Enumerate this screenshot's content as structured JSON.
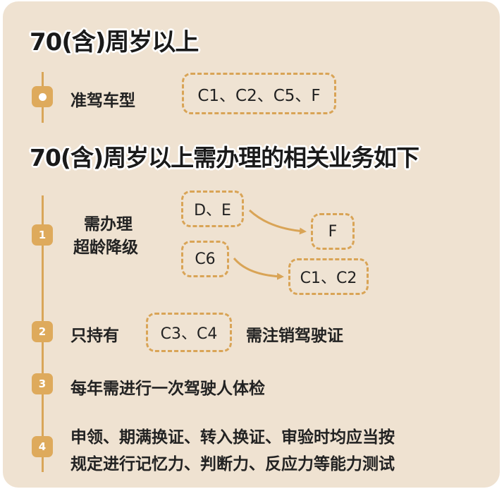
{
  "section1": {
    "title": "70(含)周岁以上",
    "item_label": "准驾车型",
    "models": "C1、C2、C5、F"
  },
  "section2": {
    "title": "70(含)周岁以上需办理的相关业务如下",
    "steps": [
      {
        "number": "1",
        "label_line1": "需办理",
        "label_line2": "超龄降级",
        "from_a": "D、E",
        "to_a": "F",
        "from_b": "C6",
        "to_b": "C1、C2"
      },
      {
        "number": "2",
        "label_before": "只持有",
        "box": "C3、C4",
        "label_after": "需注销驾驶证"
      },
      {
        "number": "3",
        "text": "每年需进行一次驾驶人体检"
      },
      {
        "number": "4",
        "text_line1": "申领、期满换证、转入换证、审验时均应当按",
        "text_line2": "规定进行记忆力、判断力、反应力等能力测试"
      }
    ]
  },
  "colors": {
    "card_background": "#efe2d1",
    "accent": "#deaa5c",
    "dashed_border": "#d9a456",
    "text": "#222222"
  }
}
